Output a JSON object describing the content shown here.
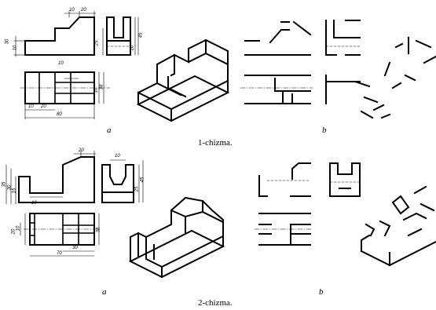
{
  "figure1": {
    "dims": {
      "top_10": "10",
      "top_20": "20",
      "left_30": "30",
      "left_10": "10",
      "side_25": "25",
      "side_20": "20",
      "side_45": "45",
      "plan_10": "10",
      "plan_10b": "10",
      "plan_38": "38",
      "plan_10c": "10",
      "plan_20": "20",
      "plan_80": "80"
    },
    "label_a": "a",
    "label_b": "b",
    "caption": "1-chizma."
  },
  "figure2": {
    "dims": {
      "top_20": "20",
      "left_35": "35",
      "left_30": "30",
      "left_15": "15",
      "left_10": "10",
      "side_10": "10",
      "side_25": "25",
      "side_45": "45",
      "plan_20": "20",
      "plan_10": "10",
      "plan_38": "38",
      "plan_30": "30",
      "plan_70": "70"
    },
    "label_a": "a",
    "label_b": "b",
    "caption": "2-chizma."
  }
}
